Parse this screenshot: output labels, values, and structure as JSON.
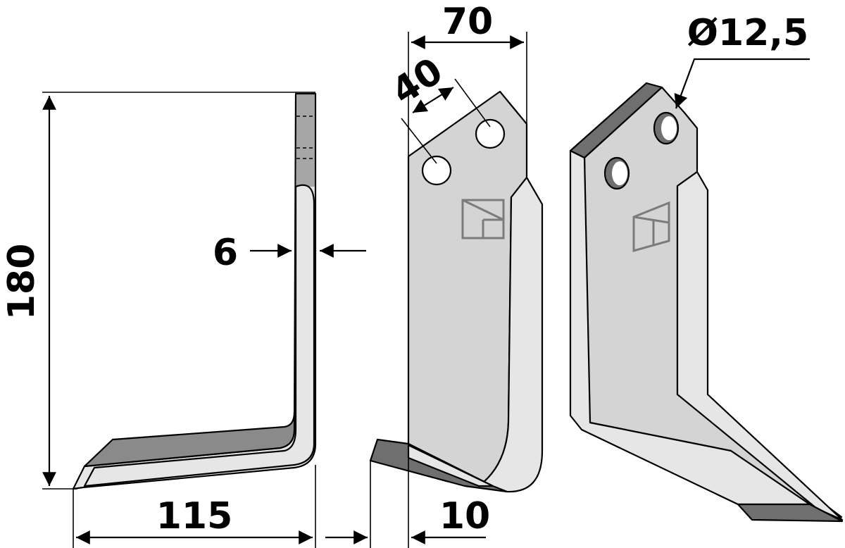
{
  "dimensions": {
    "height": "180",
    "width_bottom": "115",
    "thickness": "6",
    "top_width": "70",
    "hole_spacing": "40",
    "hole_diameter": "Ø12,5",
    "offset": "10"
  }
}
